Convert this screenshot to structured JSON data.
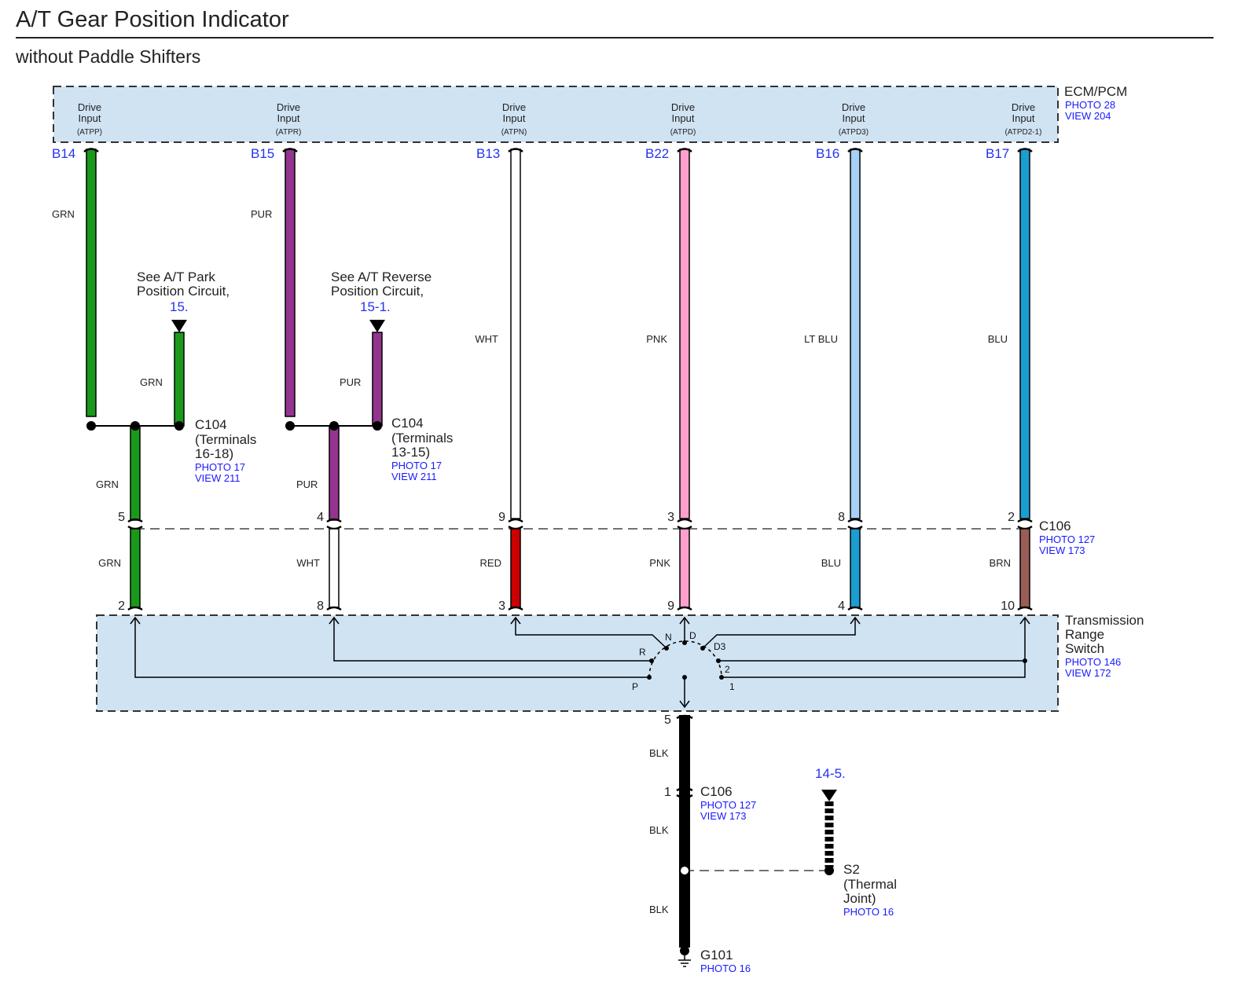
{
  "title": "A/T Gear Position Indicator",
  "subtitle": "without Paddle Shifters",
  "ecm": {
    "name": "ECM/PCM",
    "photo": "PHOTO 28",
    "view": "VIEW 204",
    "input_line1": "Drive",
    "input_line2": "Input",
    "inputs": [
      "(ATPP)",
      "(ATPR)",
      "(ATPN)",
      "(ATPD)",
      "(ATPD3)",
      "(ATPD2-1)"
    ],
    "pins": [
      "B14",
      "B15",
      "B13",
      "B22",
      "B16",
      "B17"
    ]
  },
  "upper_wire_colors": [
    "GRN",
    "PUR",
    "WHT",
    "PNK",
    "LT BLU",
    "BLU"
  ],
  "park_note": {
    "line1": "See A/T Park",
    "line2": "Position Circuit,",
    "ref": "15.",
    "wire": "GRN"
  },
  "reverse_note": {
    "line1": "See A/T Reverse",
    "line2": "Position Circuit,",
    "ref": "15-1.",
    "wire": "PUR"
  },
  "c104_a": {
    "name": "C104",
    "line1": "(Terminals",
    "line2": "16-18)",
    "photo": "PHOTO 17",
    "view": "VIEW 211"
  },
  "c104_b": {
    "name": "C104",
    "line1": "(Terminals",
    "line2": "13-15)",
    "photo": "PHOTO 17",
    "view": "VIEW 211"
  },
  "splice_wire_colors": [
    "GRN",
    "PUR"
  ],
  "c106_top_pins": [
    "5",
    "4",
    "9",
    "3",
    "8",
    "2"
  ],
  "c106": {
    "name": "C106",
    "photo": "PHOTO 127",
    "view": "VIEW 173"
  },
  "lower_wire_colors": [
    "GRN",
    "WHT",
    "RED",
    "PNK",
    "BLU",
    "BRN"
  ],
  "trs_pins": [
    "2",
    "8",
    "3",
    "9",
    "4",
    "10"
  ],
  "trs": {
    "line1": "Transmission",
    "line2": "Range",
    "line3": "Switch",
    "photo": "PHOTO 146",
    "view": "VIEW 172"
  },
  "switch_positions": [
    "P",
    "R",
    "N",
    "D",
    "D3",
    "2",
    "1"
  ],
  "ground_pin": "5",
  "ground_wire_colors": [
    "BLK",
    "BLK",
    "BLK"
  ],
  "c106_lower": {
    "pin": "1",
    "name": "C106",
    "photo": "PHOTO 127",
    "view": "VIEW 173"
  },
  "s2": {
    "ref": "14-5.",
    "name": "S2",
    "line1": "(Thermal",
    "line2": "Joint)",
    "photo": "PHOTO 16"
  },
  "ground": {
    "name": "G101",
    "photo": "PHOTO 16"
  },
  "colors": {
    "GRN": "#1a9a1a",
    "PUR": "#93358f",
    "WHT": "#ffffff",
    "PNK": "#ff9fce",
    "LT BLU": "#a6d0f7",
    "BLU": "#1a9ed0",
    "RED": "#cc0000",
    "BRN": "#9a5e57",
    "BLK": "#000000",
    "box": "#d0e3f3"
  }
}
